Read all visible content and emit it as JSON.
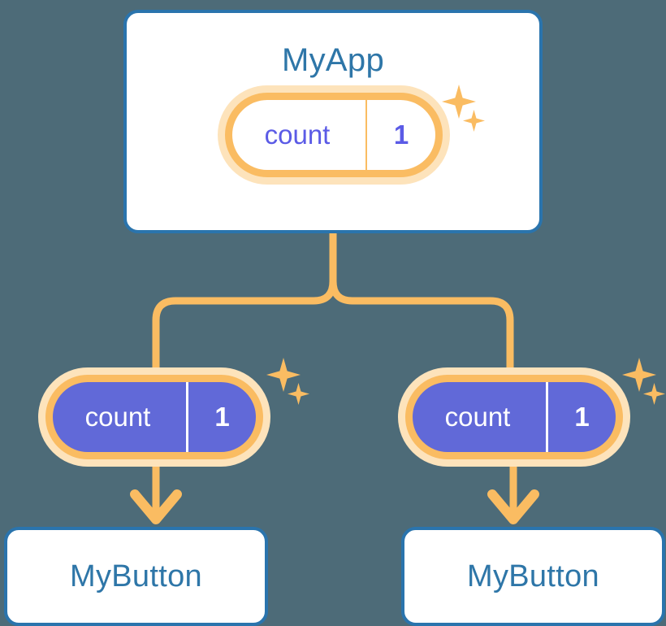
{
  "diagram": {
    "title": "MyApp component tree with shared count state",
    "background_color": "#4d6b78",
    "accent_orange": "#fabc62",
    "accent_orange_soft": "#fde3bb",
    "accent_blue": "#2a74ad",
    "accent_purple": "#6169d8",
    "title_blue": "#2e76a8"
  },
  "root": {
    "label": "MyApp",
    "state": {
      "key": "count",
      "value": "1"
    },
    "sparkle_large": "sparkle-icon",
    "sparkle_small": "sparkle-icon"
  },
  "children": [
    {
      "state": {
        "key": "count",
        "value": "1"
      },
      "label": "MyButton",
      "sparkle_large": "sparkle-icon",
      "sparkle_small": "sparkle-icon"
    },
    {
      "state": {
        "key": "count",
        "value": "1"
      },
      "label": "MyButton",
      "sparkle_large": "sparkle-icon",
      "sparkle_small": "sparkle-icon"
    }
  ],
  "connectors": {
    "trunk": "vertical-line-from-root",
    "fork": "branch-split-left-right",
    "arrow_left": "down-arrow-icon",
    "arrow_right": "down-arrow-icon"
  }
}
